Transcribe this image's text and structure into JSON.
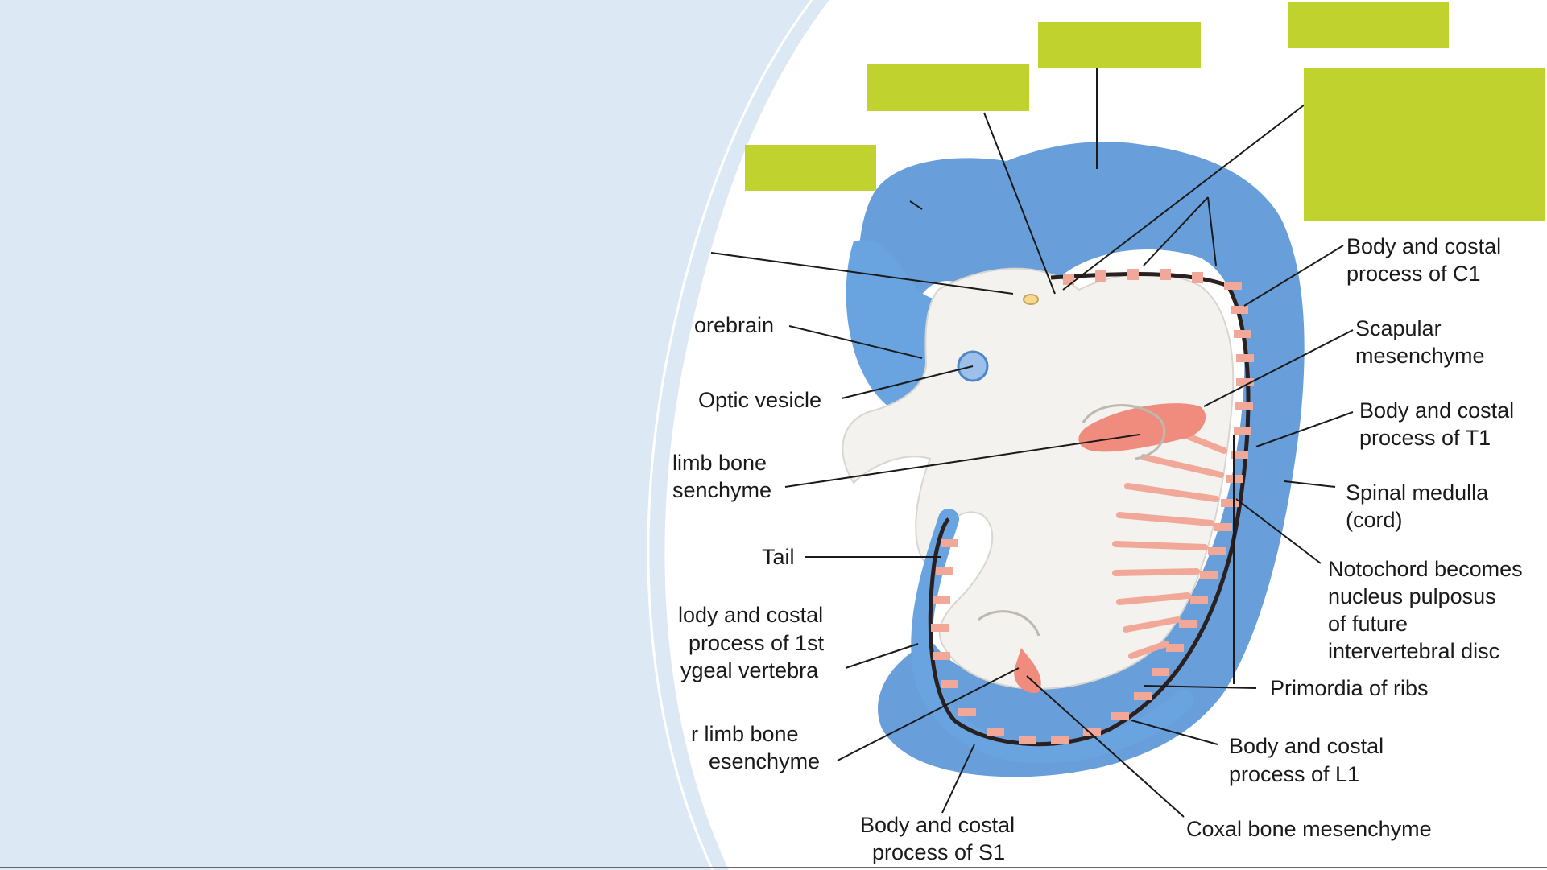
{
  "slide": {
    "background_color": "#dce8f4",
    "accent_color": "#bfd22d",
    "neural_tube_color": "#5b97d8",
    "mesenchyme_color": "#f2a898"
  },
  "labels": {
    "forebrain": "orebrain",
    "optic_vesicle": "Optic vesicle",
    "upper_limb_1": "limb bone",
    "upper_limb_2": "senchyme",
    "tail": "Tail",
    "coccygeal_1": "lody and costal",
    "coccygeal_2": "process of 1st",
    "coccygeal_3": "ygeal vertebra",
    "lower_limb_1": "r limb bone",
    "lower_limb_2": "esenchyme",
    "s1_1": "Body and costal",
    "s1_2": "process of S1",
    "coxal": "Coxal bone mesenchyme",
    "l1_1": "Body and costal",
    "l1_2": "process of L1",
    "ribs": "Primordia of ribs",
    "notochord_1": "Notochord becomes",
    "notochord_2": "nucleus pulposus",
    "notochord_3": "of future",
    "notochord_4": "intervertebral disc",
    "spinal_1": "Spinal medulla",
    "spinal_2": "(cord)",
    "t1_1": "Body and costal",
    "t1_2": "process of T1",
    "scapular_1": "Scapular",
    "scapular_2": "mesenchyme",
    "c1_1": "Body and costal",
    "c1_2": "process of C1"
  }
}
